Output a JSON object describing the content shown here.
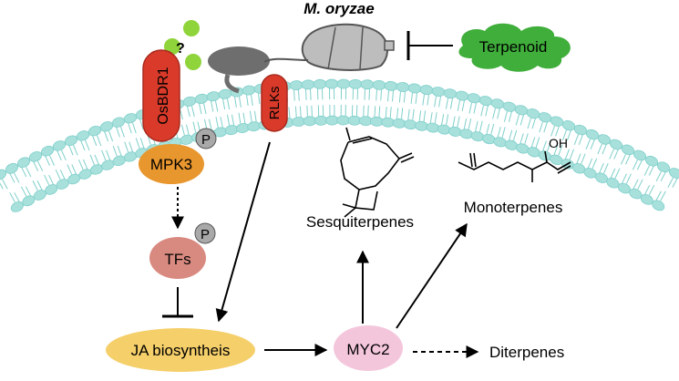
{
  "pathogen": {
    "label": "M. oryzae"
  },
  "inhibitor": {
    "label": "Terpenoid",
    "color": "#3fae3a"
  },
  "receptors": {
    "osbdr1": {
      "label": "OsBDR1",
      "color": "#d93a2a"
    },
    "rlks": {
      "label": "RLKs",
      "color": "#d93a2a"
    },
    "unknown_ligand_label": "?",
    "ligand_color": "#8fd43a"
  },
  "nodes": {
    "mpk3": {
      "label": "MPK3",
      "color": "#e8962e",
      "phospho": "P"
    },
    "tfs": {
      "label": "TFs",
      "color": "#d98a80",
      "phospho": "P"
    },
    "ja": {
      "label": "JA biosyntheis",
      "color": "#f5cf6a"
    },
    "myc2": {
      "label": "MYC2",
      "color": "#f4c6dc"
    }
  },
  "products": {
    "sesquiterpenes": "Sesquiterpenes",
    "monoterpenes": "Monoterpenes",
    "diterpenes": "Diterpenes",
    "oh_group": "OH"
  },
  "colors": {
    "membrane": "#a8e0dc",
    "membrane_edge": "#7fcfca",
    "phospho_badge": "#a9a9a9",
    "fungus_body": "#bdbdbd",
    "fungus_dark": "#6e6e6e"
  }
}
